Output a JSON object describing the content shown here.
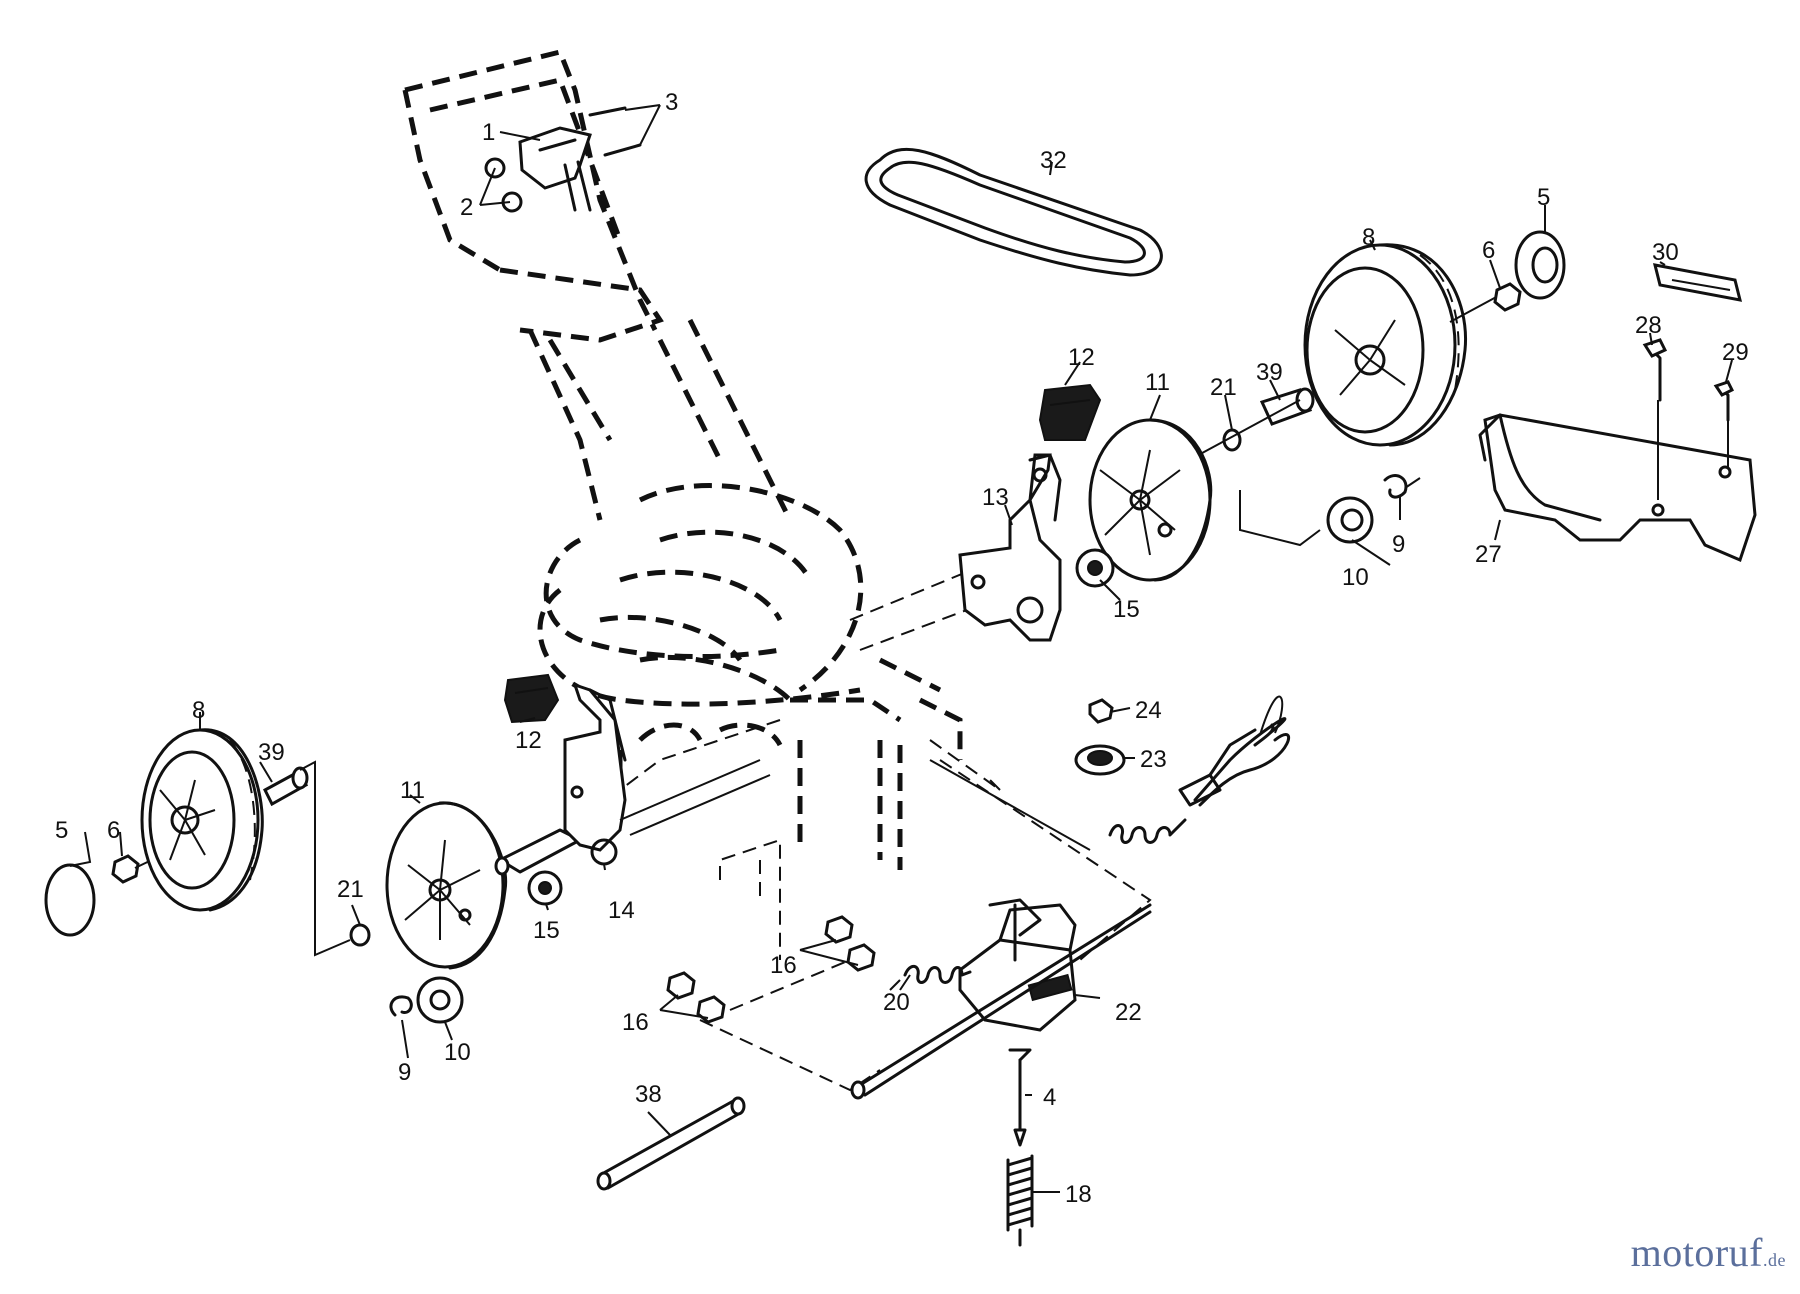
{
  "labels": {
    "l1": "1",
    "l2": "2",
    "l3": "3",
    "l4": "4",
    "l5a": "5",
    "l5b": "5",
    "l6a": "6",
    "l6b": "6",
    "l8a": "8",
    "l8b": "8",
    "l9a": "9",
    "l9b": "9",
    "l10a": "10",
    "l10b": "10",
    "l11a": "11",
    "l11b": "11",
    "l12a": "12",
    "l12b": "12",
    "l13": "13",
    "l14": "14",
    "l15a": "15",
    "l15b": "15",
    "l16a": "16",
    "l16b": "16",
    "l18": "18",
    "l20": "20",
    "l21a": "21",
    "l21b": "21",
    "l22": "22",
    "l23": "23",
    "l24": "24",
    "l27": "27",
    "l28": "28",
    "l29": "29",
    "l30": "30",
    "l32": "32",
    "l38": "38",
    "l39a": "39",
    "l39b": "39"
  },
  "watermark": {
    "brand": "motoruf",
    "suffix": ".de"
  },
  "colors": {
    "ink": "#111111",
    "watermark": "#5b6f9c",
    "background": "#ffffff"
  }
}
